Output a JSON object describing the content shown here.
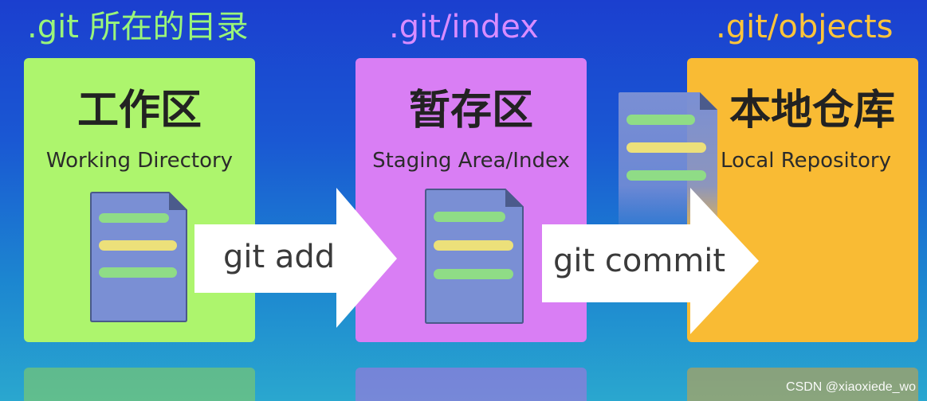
{
  "headings": {
    "working": ".git 所在的目录",
    "index": ".git/index",
    "objects": ".git/objects"
  },
  "panels": {
    "working": {
      "title": "工作区",
      "subtitle": "Working Directory"
    },
    "staging": {
      "title": "暂存区",
      "subtitle": "Staging Area/Index"
    },
    "local": {
      "title": "本地仓库",
      "subtitle": "Local Repository"
    }
  },
  "arrows": {
    "add": "git add",
    "commit": "git commit"
  },
  "watermark": "CSDN @xiaoxiede_wo",
  "colors": {
    "working_panel": "#adf56d",
    "staging_panel": "#d97ef4",
    "local_panel": "#f9bb34",
    "heading_working": "#9af57a",
    "heading_index": "#d98cff",
    "heading_objects": "#ffc53a",
    "doc_body": "#7a8fd4",
    "doc_line_green": "#8fdc86",
    "doc_line_yellow": "#ece07a"
  }
}
